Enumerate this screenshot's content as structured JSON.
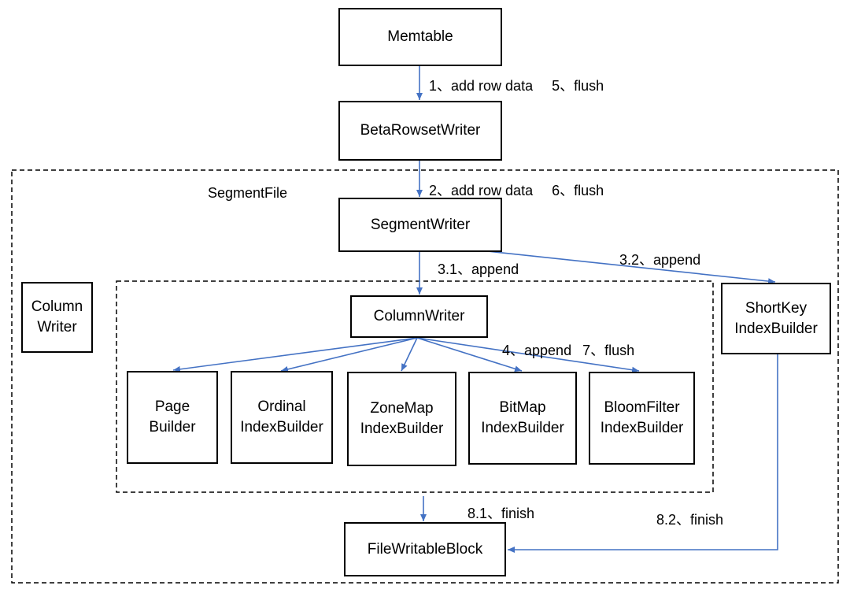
{
  "colors": {
    "arrow": "#4472C4",
    "border": "#000000",
    "text": "#000000"
  },
  "groups": {
    "segment_file": "SegmentFile"
  },
  "nodes": {
    "memtable": "Memtable",
    "beta_rowset_writer": "BetaRowsetWriter",
    "segment_writer": "SegmentWriter",
    "column_writer": "ColumnWriter",
    "column_writer_legend": [
      "Column",
      "Writer"
    ],
    "shortkey_index_builder": [
      "ShortKey",
      "IndexBuilder"
    ],
    "page_builder": [
      "Page",
      "Builder"
    ],
    "ordinal_index_builder": [
      "Ordinal",
      "IndexBuilder"
    ],
    "zonemap_index_builder": [
      "ZoneMap",
      "IndexBuilder"
    ],
    "bitmap_index_builder": [
      "BitMap",
      "IndexBuilder"
    ],
    "bloomfilter_index_builder": [
      "BloomFilter",
      "IndexBuilder"
    ],
    "file_writable_block": "FileWritableBlock"
  },
  "edges": {
    "step1": "1、add row data",
    "step5": "5、flush",
    "step2": "2、add row data",
    "step6": "6、flush",
    "step3_1": "3.1、append",
    "step3_2": "3.2、append",
    "step4": "4、append",
    "step7": "7、flush",
    "step8_1": "8.1、finish",
    "step8_2": "8.2、finish"
  }
}
